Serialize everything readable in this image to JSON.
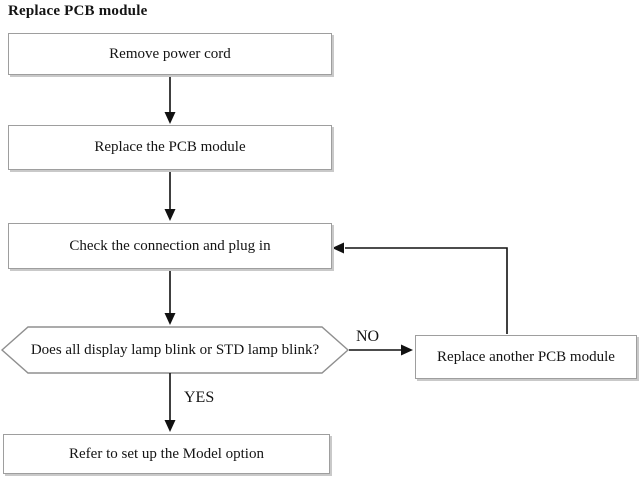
{
  "title": "Replace PCB module",
  "nodes": {
    "step1": "Remove power cord",
    "step2": "Replace the PCB module",
    "step3": "Check the connection and plug in",
    "decision": "Does all display lamp blink or STD lamp blink?",
    "no_branch": "Replace another PCB module",
    "yes_result": "Refer to set up the Model option"
  },
  "labels": {
    "no": "NO",
    "yes": "YES"
  },
  "colors": {
    "line": "#111111",
    "box_border": "#9e9e9e",
    "box_shadow": "#c9c9c9",
    "background": "#ffffff",
    "text": "#141414"
  }
}
